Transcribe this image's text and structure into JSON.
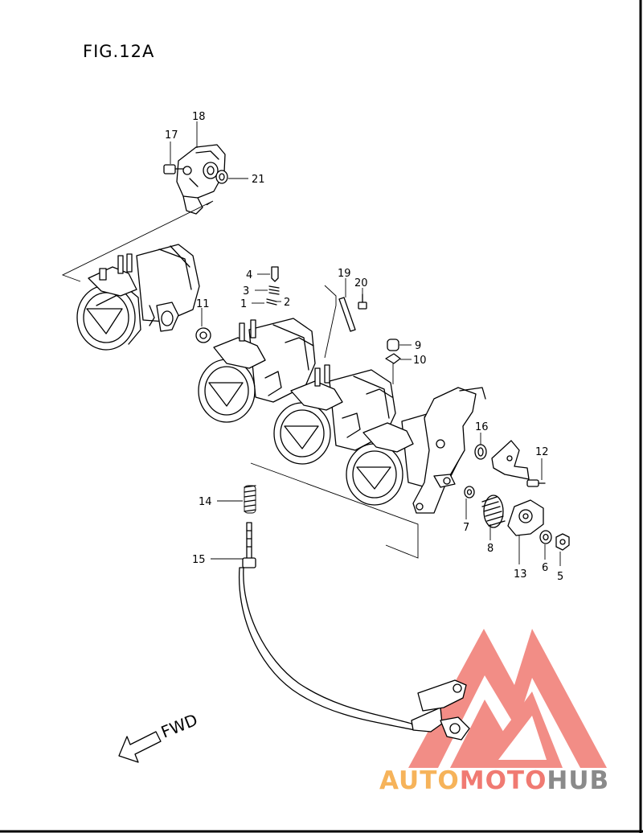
{
  "figure": {
    "title": "FIG.12A"
  },
  "direction": {
    "label": "FWD"
  },
  "watermark": {
    "text_part1": "AUTO",
    "text_part2": "MOTO",
    "text_part3": "HUB",
    "color_red": "#f07a72",
    "color_orange": "#f6b35a",
    "color_gray": "#8a8a8a"
  },
  "callouts": {
    "c1": "1",
    "c2": "2",
    "c3": "3",
    "c4": "4",
    "c5": "5",
    "c6": "6",
    "c7": "7",
    "c8": "8",
    "c9": "9",
    "c10": "10",
    "c11": "11",
    "c12": "12",
    "c13": "13",
    "c14": "14",
    "c15": "15",
    "c16": "16",
    "c17": "17",
    "c18": "18",
    "c19": "19",
    "c20": "20",
    "c21": "21"
  }
}
